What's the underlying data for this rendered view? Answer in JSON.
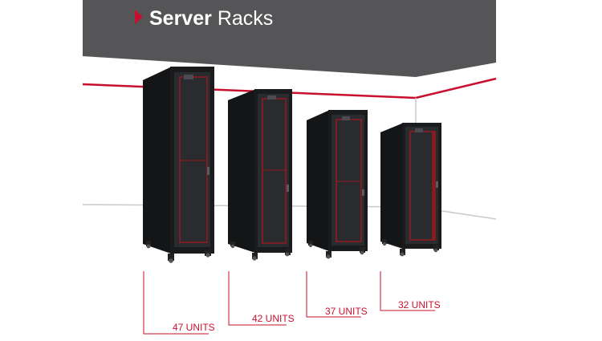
{
  "header": {
    "title_bold": "Server",
    "title_light": "Racks",
    "marker_icon": "triangle-right-icon"
  },
  "colors": {
    "header_bg": "#555557",
    "accent_red": "#c8102e",
    "rack_body": "#17181a",
    "rack_glass": "#232428",
    "rack_frame_red": "#a3191f",
    "wall_line": "#bdbdbd"
  },
  "racks": [
    {
      "units_label": "47 UNITS"
    },
    {
      "units_label": "42 UNITS"
    },
    {
      "units_label": "37 UNITS"
    },
    {
      "units_label": "32 UNITS"
    }
  ]
}
